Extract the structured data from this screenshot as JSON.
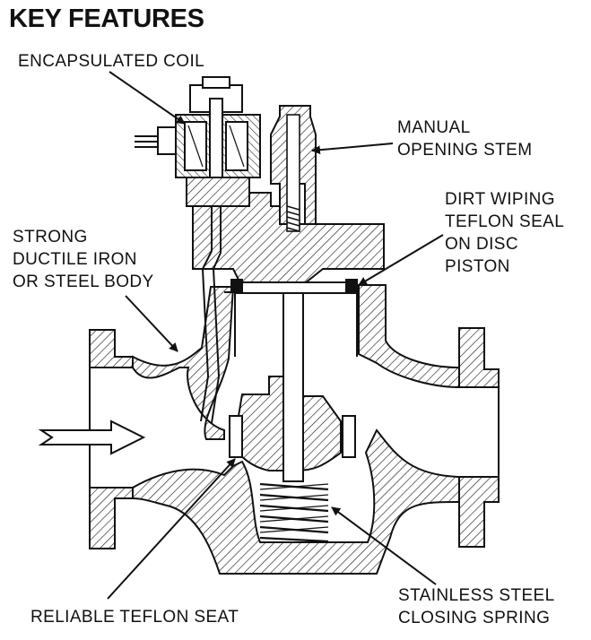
{
  "title": "KEY FEATURES",
  "labels": {
    "encapsulated_coil": [
      "ENCAPSULATED COIL"
    ],
    "manual_opening_stem": [
      "MANUAL",
      "OPENING STEM"
    ],
    "dirt_wiping_seal": [
      "DIRT WIPING",
      "TEFLON SEAL",
      "ON DISC",
      "PISTON"
    ],
    "strong_body": [
      "STRONG",
      "DUCTILE IRON",
      "OR STEEL BODY"
    ],
    "teflon_seat": [
      "RELIABLE TEFLON SEAT"
    ],
    "closing_spring": [
      "STAINLESS STEEL",
      "CLOSING SPRING"
    ]
  },
  "colors": {
    "ink": "#111111",
    "background": "#ffffff",
    "hatch": "#222222"
  },
  "icons": [
    "flow-direction-arrow-icon"
  ]
}
